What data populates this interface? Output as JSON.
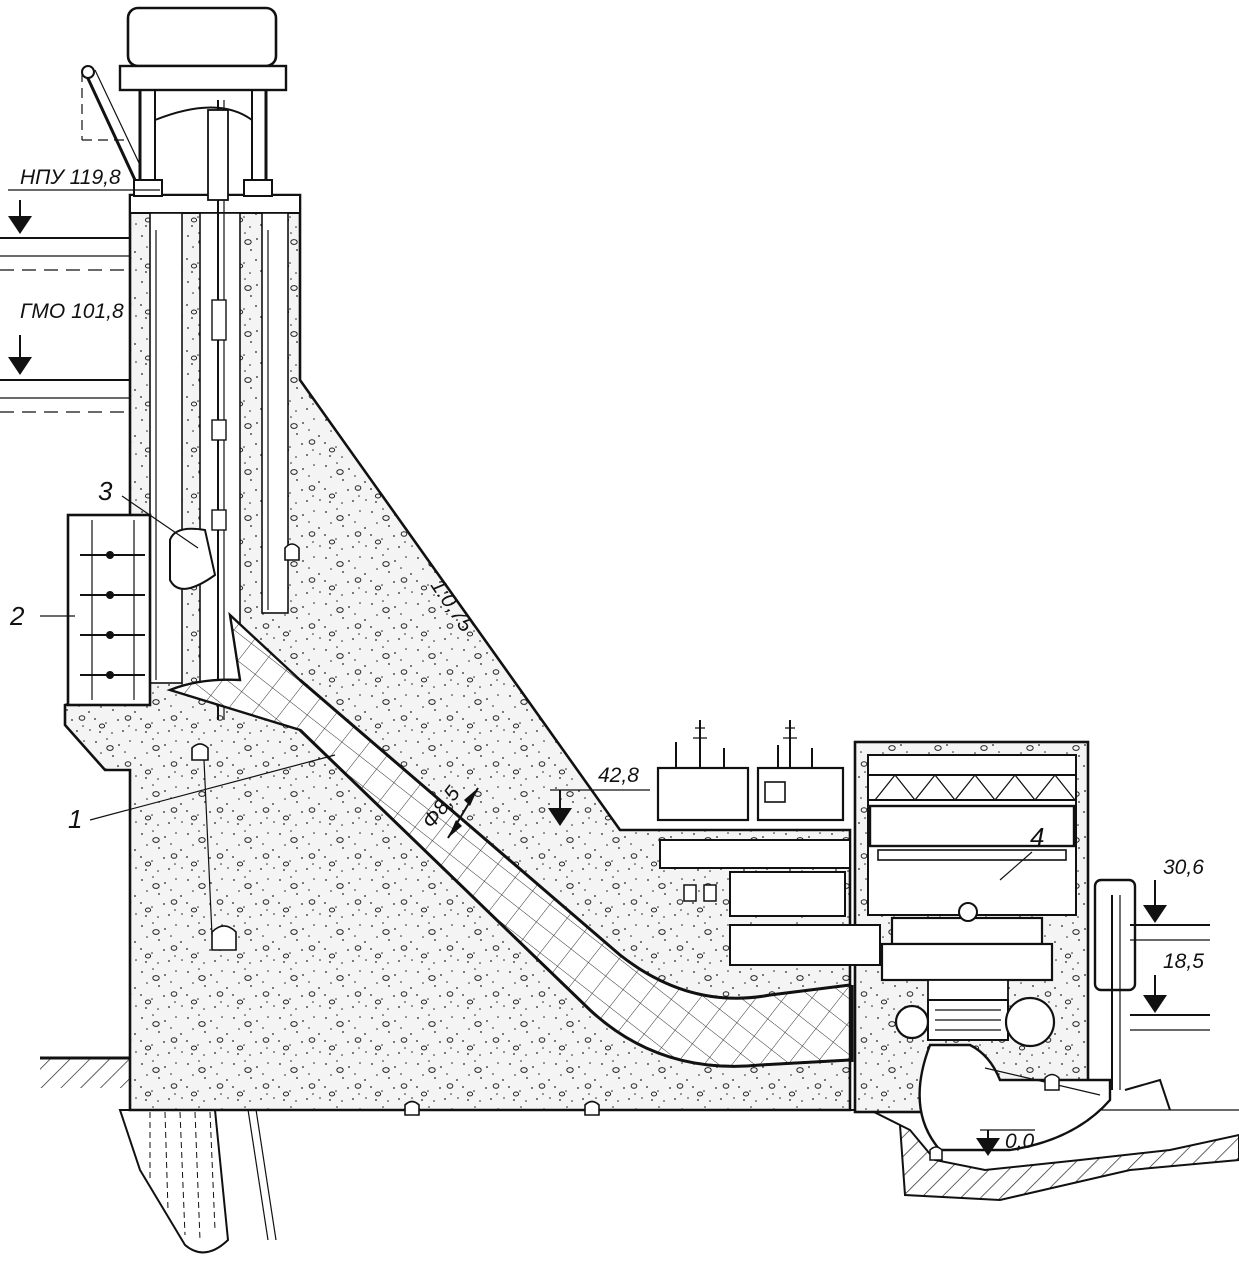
{
  "labels": {
    "npu": "НПУ 119,8",
    "gmo": "ГМО 101,8",
    "slope": "1:0,75",
    "diameter": "Φ8,5",
    "elev_428": "42,8",
    "elev_306": "30,6",
    "elev_185": "18,5",
    "elev_00": "0,0",
    "callout_1": "1",
    "callout_2": "2",
    "callout_3": "3",
    "callout_4": "4"
  },
  "colors": {
    "ink": "#111111",
    "paper": "#ffffff",
    "concrete": "#f2f2f2"
  }
}
